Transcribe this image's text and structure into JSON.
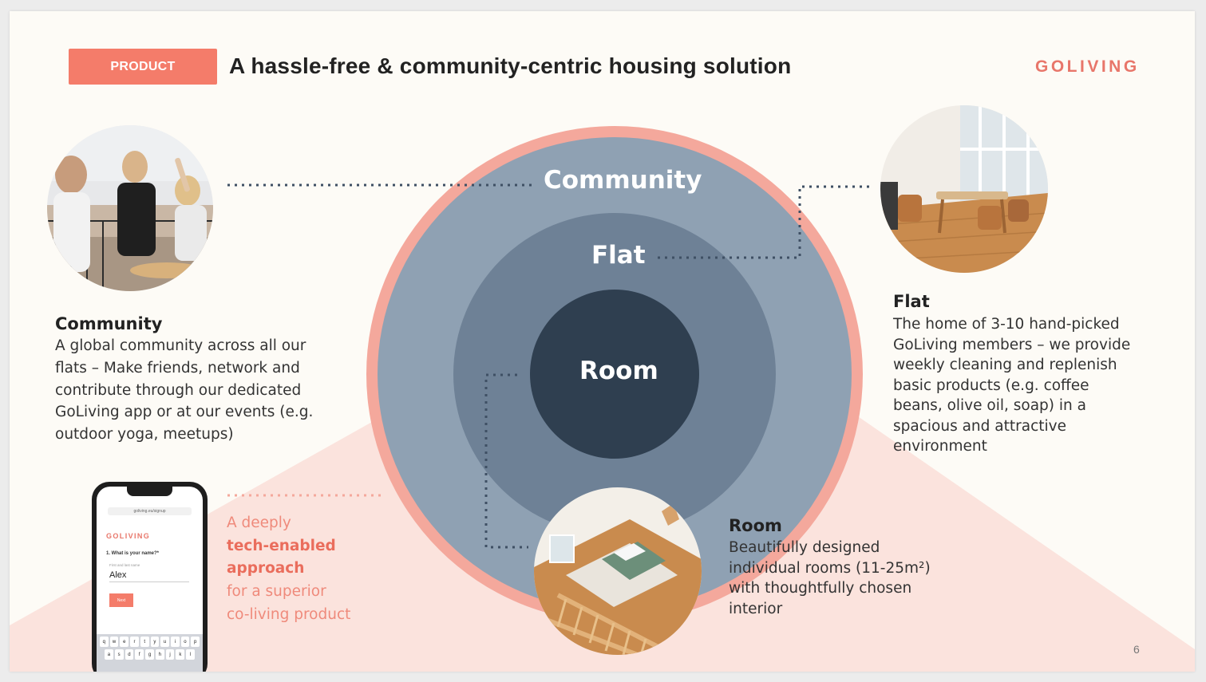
{
  "header": {
    "tag": "PRODUCT",
    "title": "A hassle-free & community-centric housing solution",
    "brand": "GOLIVING"
  },
  "circles": {
    "outer": "Community",
    "middle": "Flat",
    "inner": "Room"
  },
  "community": {
    "heading": "Community",
    "lines": [
      "A global community across all our",
      "flats – Make friends, network and",
      "contribute through our dedicated",
      "GoLiving app or at our events (e.g.",
      "outdoor yoga, meetups)"
    ]
  },
  "flat": {
    "heading": "Flat",
    "lines": [
      "The home of 3-10 hand-picked",
      "GoLiving members – we provide",
      "weekly cleaning and replenish",
      "basic products (e.g. coffee",
      "beans, olive oil, soap) in a",
      "spacious and attractive",
      "environment"
    ]
  },
  "room": {
    "heading": "Room",
    "lines": [
      "Beautifully designed",
      "individual rooms (11-25m²)",
      "with thoughtfully chosen",
      "interior"
    ]
  },
  "tech": {
    "line1": "A deeply",
    "strong1": "tech-enabled",
    "strong2": "approach",
    "line4": "for a superior",
    "line5": "co-living product"
  },
  "phone": {
    "url": "goliving.eu/signup",
    "brand": "GOLIVING",
    "question": "1. What is your name?*",
    "hint": "First and last name",
    "input_value": "Alex",
    "button": "Next",
    "keys_row1": [
      "q",
      "w",
      "e",
      "r",
      "t",
      "y",
      "u",
      "i",
      "o",
      "p"
    ],
    "keys_row2": [
      "a",
      "s",
      "d",
      "f",
      "g",
      "h",
      "j",
      "k",
      "l"
    ]
  },
  "page_number": "6",
  "colors": {
    "accent": "#f47c6a",
    "outer_ring": "#f4a89c",
    "outer_circle": "#8fa1b3",
    "middle_circle": "#6e8196",
    "inner_circle": "#2f3f50",
    "dots": "#3f5064"
  }
}
